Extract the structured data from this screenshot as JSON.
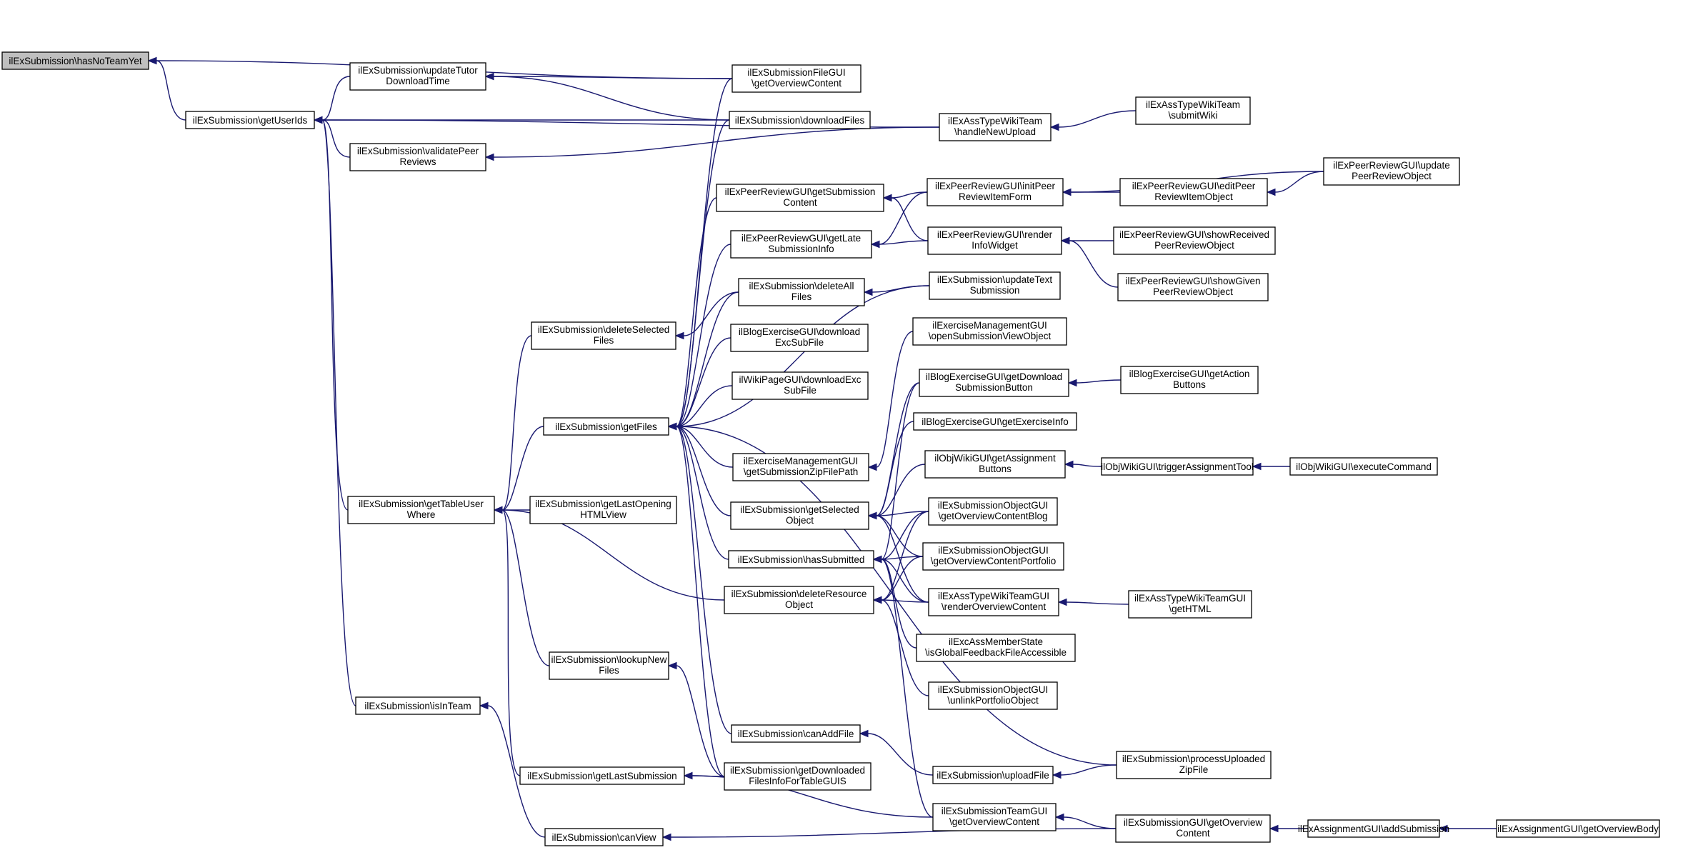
{
  "diagram": {
    "colors": {
      "edge": "#191970",
      "node_border": "#000000",
      "highlight_fill": "#bfbfbf",
      "background": "#ffffff"
    },
    "nodes": [
      {
        "id": "n0",
        "lines": [
          "ilExSubmission\\hasNoTeamYet"
        ],
        "highlight": true
      },
      {
        "id": "n1",
        "lines": [
          "ilExSubmission\\getUserIds"
        ]
      },
      {
        "id": "n2",
        "lines": [
          "ilExSubmission\\updateTutor",
          "DownloadTime"
        ]
      },
      {
        "id": "n3",
        "lines": [
          "ilExSubmission\\validatePeer",
          "Reviews"
        ]
      },
      {
        "id": "n4",
        "lines": [
          "ilExSubmission\\getTableUser",
          "Where"
        ]
      },
      {
        "id": "n5",
        "lines": [
          "ilExSubmission\\isInTeam"
        ]
      },
      {
        "id": "n6",
        "lines": [
          "ilExSubmission\\deleteSelected",
          "Files"
        ]
      },
      {
        "id": "n7",
        "lines": [
          "ilExSubmission\\getFiles"
        ]
      },
      {
        "id": "n8",
        "lines": [
          "ilExSubmission\\getLastOpening",
          "HTMLView"
        ]
      },
      {
        "id": "n9",
        "lines": [
          "ilExSubmission\\lookupNew",
          "Files"
        ]
      },
      {
        "id": "n10",
        "lines": [
          "ilExSubmission\\getLastSubmission"
        ]
      },
      {
        "id": "n11",
        "lines": [
          "ilExSubmission\\canView"
        ]
      },
      {
        "id": "n12",
        "lines": [
          "ilExSubmissionFileGUI",
          "\\getOverviewContent"
        ]
      },
      {
        "id": "n13",
        "lines": [
          "ilExSubmission\\downloadFiles"
        ]
      },
      {
        "id": "n14",
        "lines": [
          "ilExPeerReviewGUI\\getSubmission",
          "Content"
        ]
      },
      {
        "id": "n15",
        "lines": [
          "ilExPeerReviewGUI\\getLate",
          "SubmissionInfo"
        ]
      },
      {
        "id": "n16",
        "lines": [
          "ilExSubmission\\deleteAll",
          "Files"
        ]
      },
      {
        "id": "n17",
        "lines": [
          "ilBlogExerciseGUI\\download",
          "ExcSubFile"
        ]
      },
      {
        "id": "n18",
        "lines": [
          "ilWikiPageGUI\\downloadExc",
          "SubFile"
        ]
      },
      {
        "id": "n19",
        "lines": [
          "ilExerciseManagementGUI",
          "\\getSubmissionZipFilePath"
        ]
      },
      {
        "id": "n20",
        "lines": [
          "ilExSubmission\\getSelected",
          "Object"
        ]
      },
      {
        "id": "n21",
        "lines": [
          "ilExSubmission\\hasSubmitted"
        ]
      },
      {
        "id": "n22",
        "lines": [
          "ilExSubmission\\deleteResource",
          "Object"
        ]
      },
      {
        "id": "n23",
        "lines": [
          "ilExSubmission\\canAddFile"
        ]
      },
      {
        "id": "n24",
        "lines": [
          "ilExSubmission\\getDownloaded",
          "FilesInfoForTableGUIS"
        ]
      },
      {
        "id": "n25",
        "lines": [
          "ilExAssTypeWikiTeam",
          "\\handleNewUpload"
        ]
      },
      {
        "id": "n26",
        "lines": [
          "ilExPeerReviewGUI\\initPeer",
          "ReviewItemForm"
        ]
      },
      {
        "id": "n27",
        "lines": [
          "ilExPeerReviewGUI\\render",
          "InfoWidget"
        ]
      },
      {
        "id": "n28",
        "lines": [
          "ilExSubmission\\updateText",
          "Submission"
        ]
      },
      {
        "id": "n29",
        "lines": [
          "ilExerciseManagementGUI",
          "\\openSubmissionViewObject"
        ]
      },
      {
        "id": "n30",
        "lines": [
          "ilBlogExerciseGUI\\getDownload",
          "SubmissionButton"
        ]
      },
      {
        "id": "n31",
        "lines": [
          "ilBlogExerciseGUI\\getExerciseInfo"
        ]
      },
      {
        "id": "n32",
        "lines": [
          "ilObjWikiGUI\\getAssignment",
          "Buttons"
        ]
      },
      {
        "id": "n33",
        "lines": [
          "ilExSubmissionObjectGUI",
          "\\getOverviewContentBlog"
        ]
      },
      {
        "id": "n34",
        "lines": [
          "ilExSubmissionObjectGUI",
          "\\getOverviewContentPortfolio"
        ]
      },
      {
        "id": "n35",
        "lines": [
          "ilExAssTypeWikiTeamGUI",
          "\\renderOverviewContent"
        ]
      },
      {
        "id": "n36",
        "lines": [
          "ilExcAssMemberState",
          "\\isGlobalFeedbackFileAccessible"
        ]
      },
      {
        "id": "n37",
        "lines": [
          "ilExSubmissionObjectGUI",
          "\\unlinkPortfolioObject"
        ]
      },
      {
        "id": "n38",
        "lines": [
          "ilExSubmission\\uploadFile"
        ]
      },
      {
        "id": "n39",
        "lines": [
          "ilExSubmissionTeamGUI",
          "\\getOverviewContent"
        ]
      },
      {
        "id": "n40",
        "lines": [
          "ilExAssTypeWikiTeam",
          "\\submitWiki"
        ]
      },
      {
        "id": "n41",
        "lines": [
          "ilExPeerReviewGUI\\editPeer",
          "ReviewItemObject"
        ]
      },
      {
        "id": "n42",
        "lines": [
          "ilExPeerReviewGUI\\update",
          "PeerReviewObject"
        ]
      },
      {
        "id": "n43",
        "lines": [
          "ilExPeerReviewGUI\\showReceived",
          "PeerReviewObject"
        ]
      },
      {
        "id": "n44",
        "lines": [
          "ilExPeerReviewGUI\\showGiven",
          "PeerReviewObject"
        ]
      },
      {
        "id": "n45",
        "lines": [
          "ilBlogExerciseGUI\\getAction",
          "Buttons"
        ]
      },
      {
        "id": "n46",
        "lines": [
          "ilObjWikiGUI\\triggerAssignmentTool"
        ]
      },
      {
        "id": "n47",
        "lines": [
          "ilObjWikiGUI\\executeCommand"
        ]
      },
      {
        "id": "n48",
        "lines": [
          "ilExAssTypeWikiTeamGUI",
          "\\getHTML"
        ]
      },
      {
        "id": "n49",
        "lines": [
          "ilExSubmission\\processUploaded",
          "ZipFile"
        ]
      },
      {
        "id": "n50",
        "lines": [
          "ilExSubmissionGUI\\getOverview",
          "Content"
        ]
      },
      {
        "id": "n51",
        "lines": [
          "ilExAssignmentGUI\\addSubmission"
        ]
      },
      {
        "id": "n52",
        "lines": [
          "ilExAssignmentGUI\\getOverviewBody"
        ]
      }
    ],
    "edges": [
      {
        "from": "n1",
        "to": "n0"
      },
      {
        "from": "n12",
        "to": "n0"
      },
      {
        "from": "n2",
        "to": "n1"
      },
      {
        "from": "n3",
        "to": "n1"
      },
      {
        "from": "n13",
        "to": "n1"
      },
      {
        "from": "n25",
        "to": "n1"
      },
      {
        "from": "n4",
        "to": "n1"
      },
      {
        "from": "n5",
        "to": "n1"
      },
      {
        "from": "n12",
        "to": "n2"
      },
      {
        "from": "n13",
        "to": "n2"
      },
      {
        "from": "n25",
        "to": "n3"
      },
      {
        "from": "n6",
        "to": "n4"
      },
      {
        "from": "n7",
        "to": "n4"
      },
      {
        "from": "n8",
        "to": "n4"
      },
      {
        "from": "n22",
        "to": "n4"
      },
      {
        "from": "n9",
        "to": "n4"
      },
      {
        "from": "n10",
        "to": "n4"
      },
      {
        "from": "n11",
        "to": "n5"
      },
      {
        "from": "n16",
        "to": "n6"
      },
      {
        "from": "n12",
        "to": "n7"
      },
      {
        "from": "n13",
        "to": "n7"
      },
      {
        "from": "n14",
        "to": "n7"
      },
      {
        "from": "n15",
        "to": "n7"
      },
      {
        "from": "n16",
        "to": "n7"
      },
      {
        "from": "n17",
        "to": "n7"
      },
      {
        "from": "n18",
        "to": "n7"
      },
      {
        "from": "n19",
        "to": "n7"
      },
      {
        "from": "n20",
        "to": "n7"
      },
      {
        "from": "n21",
        "to": "n7"
      },
      {
        "from": "n28",
        "to": "n7"
      },
      {
        "from": "n23",
        "to": "n7"
      },
      {
        "from": "n24",
        "to": "n7"
      },
      {
        "from": "n49",
        "to": "n7"
      },
      {
        "from": "n24",
        "to": "n9"
      },
      {
        "from": "n24",
        "to": "n10"
      },
      {
        "from": "n39",
        "to": "n10"
      },
      {
        "from": "n50",
        "to": "n11"
      },
      {
        "from": "n26",
        "to": "n14"
      },
      {
        "from": "n27",
        "to": "n14"
      },
      {
        "from": "n26",
        "to": "n15"
      },
      {
        "from": "n27",
        "to": "n15"
      },
      {
        "from": "n28",
        "to": "n16"
      },
      {
        "from": "n29",
        "to": "n19"
      },
      {
        "from": "n30",
        "to": "n20"
      },
      {
        "from": "n31",
        "to": "n20"
      },
      {
        "from": "n32",
        "to": "n20"
      },
      {
        "from": "n33",
        "to": "n20"
      },
      {
        "from": "n34",
        "to": "n20"
      },
      {
        "from": "n35",
        "to": "n20"
      },
      {
        "from": "n30",
        "to": "n21"
      },
      {
        "from": "n33",
        "to": "n21"
      },
      {
        "from": "n34",
        "to": "n21"
      },
      {
        "from": "n35",
        "to": "n21"
      },
      {
        "from": "n36",
        "to": "n21"
      },
      {
        "from": "n39",
        "to": "n21"
      },
      {
        "from": "n33",
        "to": "n22"
      },
      {
        "from": "n34",
        "to": "n22"
      },
      {
        "from": "n35",
        "to": "n22"
      },
      {
        "from": "n37",
        "to": "n22"
      },
      {
        "from": "n38",
        "to": "n23"
      },
      {
        "from": "n40",
        "to": "n25"
      },
      {
        "from": "n41",
        "to": "n26"
      },
      {
        "from": "n42",
        "to": "n26"
      },
      {
        "from": "n43",
        "to": "n27"
      },
      {
        "from": "n44",
        "to": "n27"
      },
      {
        "from": "n45",
        "to": "n30"
      },
      {
        "from": "n46",
        "to": "n32"
      },
      {
        "from": "n48",
        "to": "n35"
      },
      {
        "from": "n49",
        "to": "n38"
      },
      {
        "from": "n50",
        "to": "n39"
      },
      {
        "from": "n42",
        "to": "n41"
      },
      {
        "from": "n47",
        "to": "n46"
      },
      {
        "from": "n51",
        "to": "n50"
      },
      {
        "from": "n52",
        "to": "n51"
      }
    ]
  }
}
